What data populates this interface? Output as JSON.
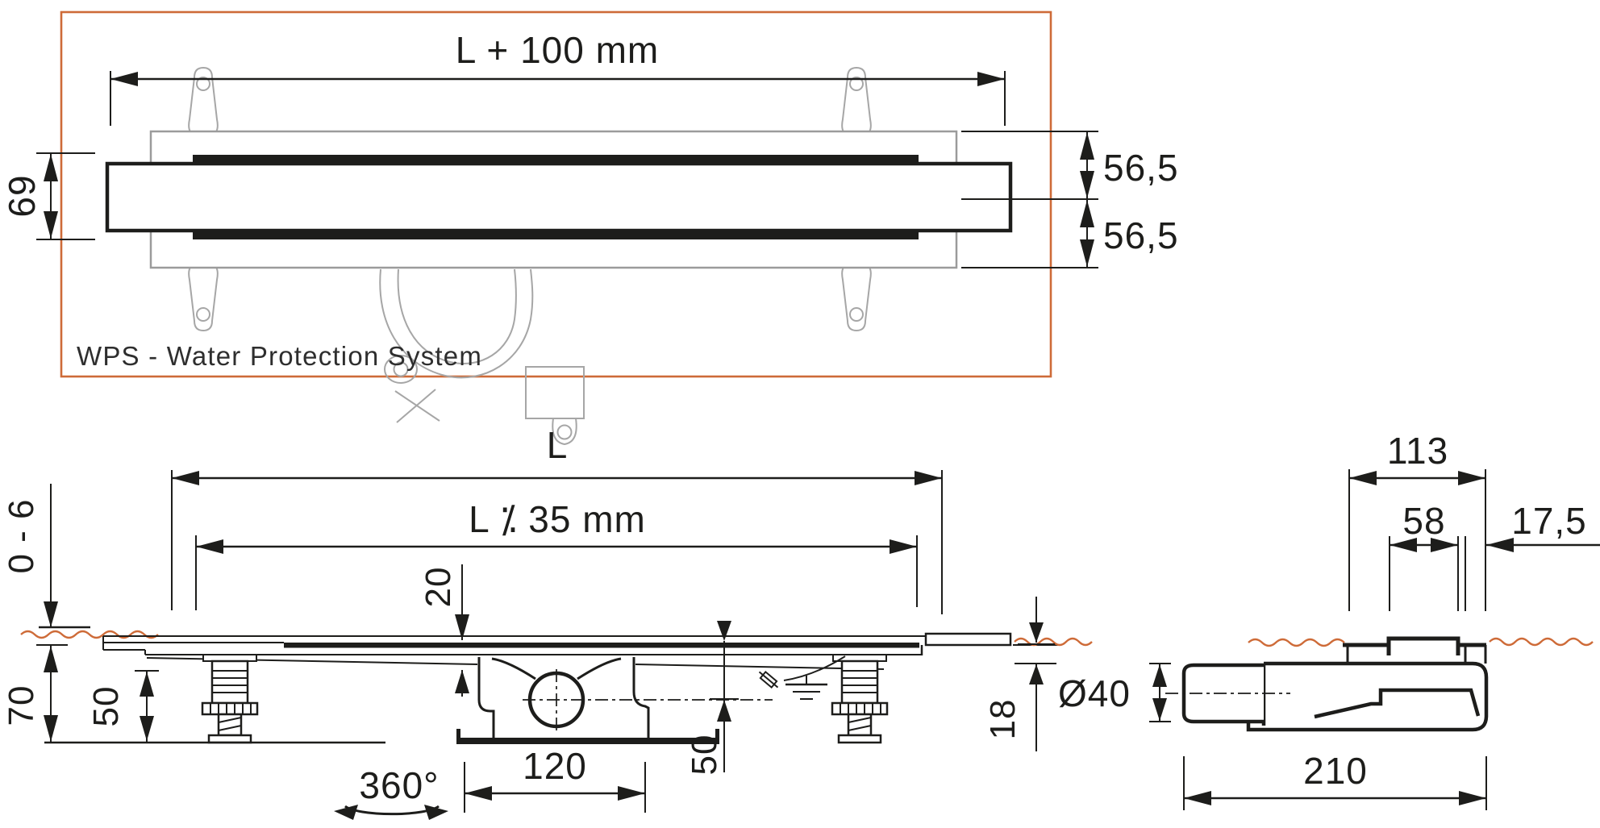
{
  "drawing": {
    "system_label": "WPS - Water Protection System",
    "colors": {
      "accent_orange": "#ce6b38",
      "line_black": "#1d1d1b",
      "light_gray": "#a6a6a6"
    },
    "top_view": {
      "overall_length_dim": "L + 100 mm",
      "channel_width_dim": "69",
      "half_width_upper_dim": "56,5",
      "half_width_lower_dim": "56,5"
    },
    "side_view": {
      "length_dim": "L",
      "grate_length_dim": "L ⁒ 35 mm",
      "tile_adjust_dim": "0 - 6",
      "install_depth_dim": "70",
      "foot_height_dim": "50",
      "channel_depth_dim": "20",
      "outlet_axis_dim": "50",
      "trap_width_dim": "120",
      "swivel_dim": "360°"
    },
    "end_view": {
      "flange_width_dim": "113",
      "grate_width_dim": "58",
      "edge_offset_dim": "17,5",
      "pipe_diameter_dim": "Ø40",
      "rim_depth_dim": "18",
      "body_length_dim": "210"
    }
  }
}
